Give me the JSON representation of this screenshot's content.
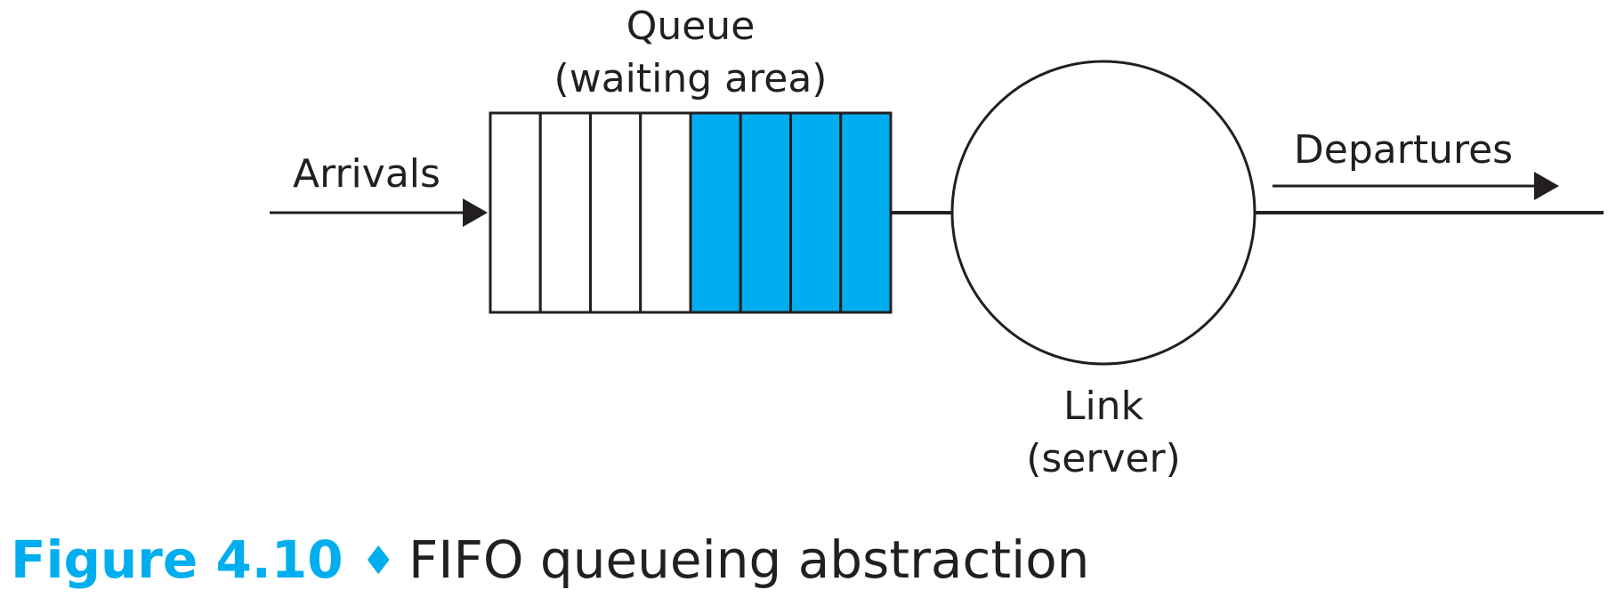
{
  "diagram": {
    "queue_label_line1": "Queue",
    "queue_label_line2": "(waiting area)",
    "arrivals_label": "Arrivals",
    "departures_label": "Departures",
    "link_label_line1": "Link",
    "link_label_line2": "(server)",
    "queue_slots_total": 8,
    "queue_slots_filled": 4
  },
  "caption": {
    "figure_number": "Figure 4.10",
    "separator": "♦",
    "title": "FIFO queueing abstraction"
  },
  "colors": {
    "filled_packet": "#00aeef",
    "empty_slot": "#ffffff",
    "stroke": "#231f20",
    "caption_accent": "#00aeef",
    "caption_text": "#231f20"
  }
}
